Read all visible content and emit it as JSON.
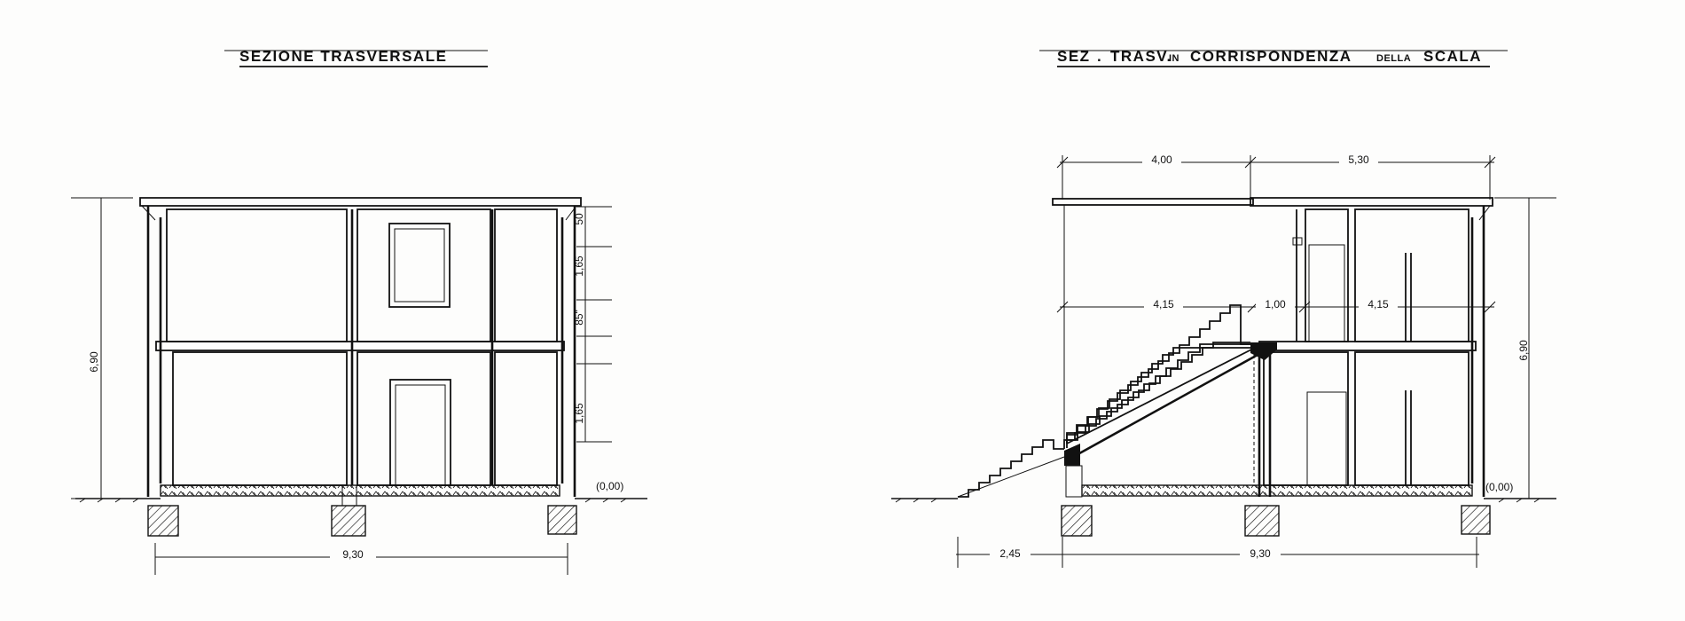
{
  "sections": {
    "left": {
      "title": "SEZIONE TRASVERSALE",
      "dims": {
        "total_height": "6,90",
        "width": "9,30",
        "h1": "50",
        "h2": "1,65",
        "h3": "85\"",
        "h4": "1,65",
        "ground_level": "(0,00)"
      }
    },
    "right": {
      "title_parts": [
        "SEZ",
        ".",
        "TRASV.",
        "IN",
        "CORRISPONDENZA",
        "DELLA",
        "SCALA"
      ],
      "dims": {
        "top_a": "4,00",
        "top_b": "5,30",
        "mid_a": "4,15",
        "mid_b": "1,00",
        "mid_c": "4,15",
        "total_height": "6,90",
        "stair_run": "2,45",
        "width": "9,30",
        "ground_level": "(0,00)"
      }
    }
  }
}
